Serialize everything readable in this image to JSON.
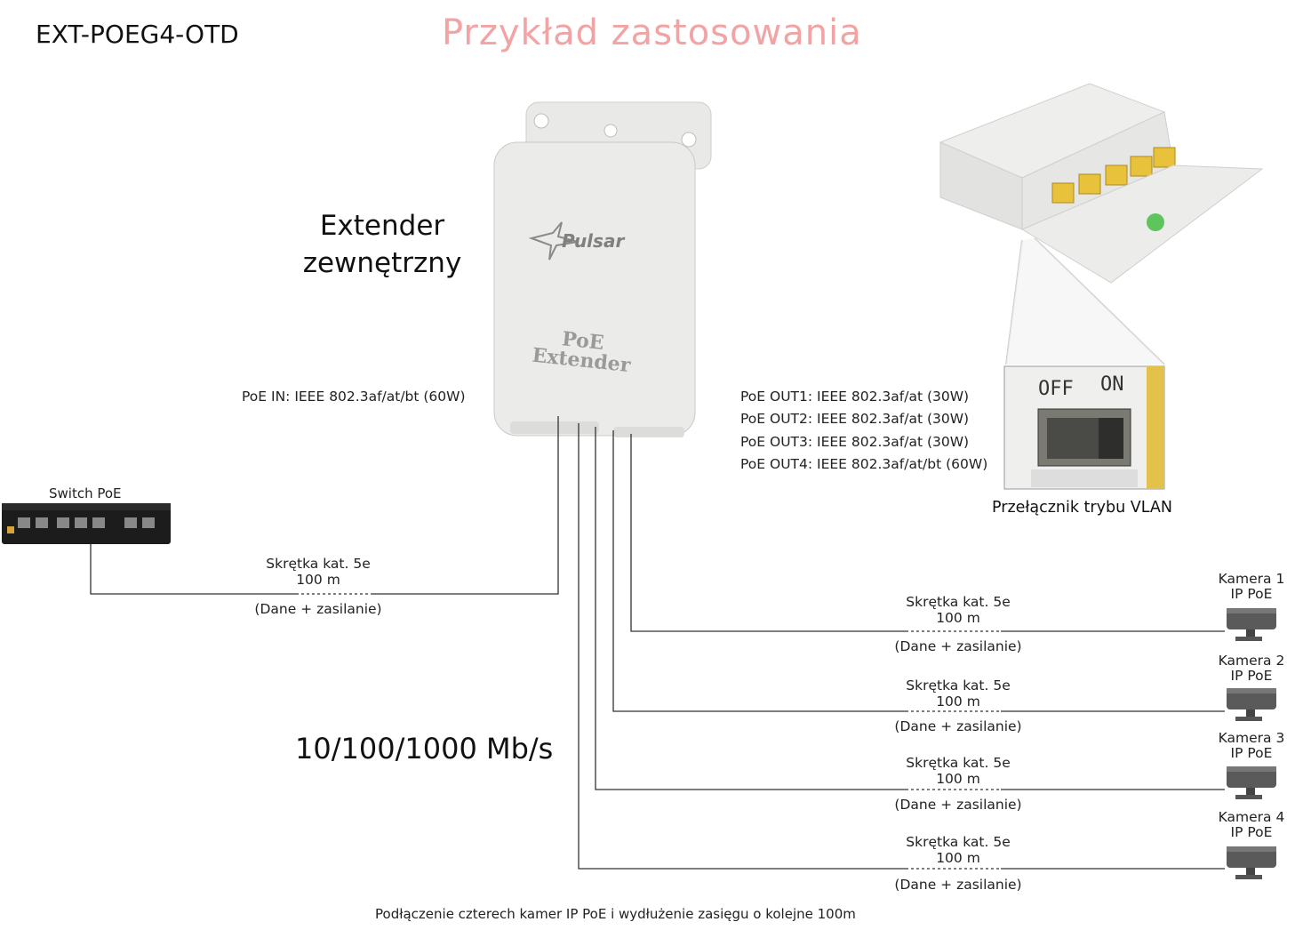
{
  "header": {
    "model": "EXT-POEG4-OTD",
    "title": "Przykład zastosowania"
  },
  "extender": {
    "label_line1": "Extender",
    "label_line2": "zewnętrzny",
    "brand": "Pulsar",
    "device_text_line1": "PoE",
    "device_text_line2": "Extender",
    "poe_in": "PoE IN: IEEE 802.3af/at/bt (60W)"
  },
  "outputs": [
    "PoE OUT1: IEEE 802.3af/at (30W)",
    "PoE OUT2: IEEE 802.3af/at (30W)",
    "PoE OUT3: IEEE 802.3af/at (30W)",
    "PoE OUT4: IEEE 802.3af/at/bt (60W)"
  ],
  "switch": {
    "label": "Switch PoE"
  },
  "vlan": {
    "off": "OFF",
    "on": "ON",
    "label": "Przełącznik trybu VLAN"
  },
  "input_cable": {
    "type": "Skrętka kat. 5e",
    "length": "100 m",
    "note": "(Dane + zasilanie)"
  },
  "cameras": [
    {
      "name": "Kamera 1",
      "type": "IP PoE",
      "cable_type": "Skrętka kat. 5e",
      "cable_length": "100 m",
      "cable_note": "(Dane + zasilanie)"
    },
    {
      "name": "Kamera 2",
      "type": "IP PoE",
      "cable_type": "Skrętka kat. 5e",
      "cable_length": "100 m",
      "cable_note": "(Dane + zasilanie)"
    },
    {
      "name": "Kamera 3",
      "type": "IP PoE",
      "cable_type": "Skrętka kat. 5e",
      "cable_length": "100 m",
      "cable_note": "(Dane + zasilanie)"
    },
    {
      "name": "Kamera 4",
      "type": "IP PoE",
      "cable_type": "Skrętka kat. 5e",
      "cable_length": "100 m",
      "cable_note": "(Dane + zasilanie)"
    }
  ],
  "speed": "10/100/1000 Mb/s",
  "footer": "Podłączenie czterech kamer IP PoE i wydłużenie zasięgu o kolejne 100m",
  "colors": {
    "title": "#f2a3a3",
    "device_body": "#e8e8e6",
    "port_yellow": "#e8c23a",
    "switch_body": "#1c1c1c",
    "wire": "#333333"
  }
}
